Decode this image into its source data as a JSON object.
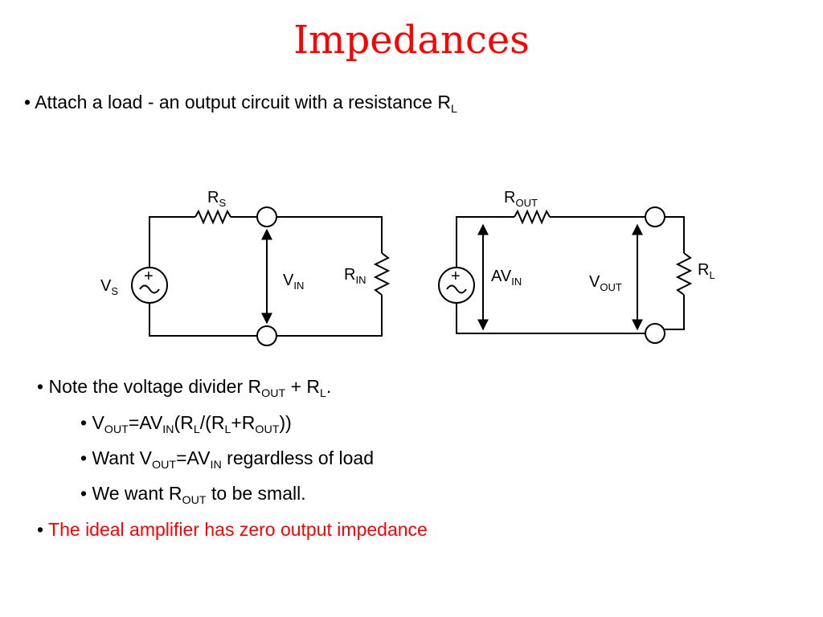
{
  "slide": {
    "title": "Impedances",
    "bullet_char": "•",
    "intro": {
      "text": "Attach a load - an output circuit with a resistance R",
      "sub": "L"
    },
    "notes": [
      {
        "segments": [
          {
            "t": "Note the voltage divider R"
          },
          {
            "sub": "OUT"
          },
          {
            "t": " + R"
          },
          {
            "sub": "L"
          },
          {
            "t": "."
          }
        ]
      },
      {
        "segments": [
          {
            "t": "V"
          },
          {
            "sub": "OUT"
          },
          {
            "t": "=AV"
          },
          {
            "sub": "IN"
          },
          {
            "t": "(R"
          },
          {
            "sub": "L"
          },
          {
            "t": "/(R"
          },
          {
            "sub": "L"
          },
          {
            "t": "+R"
          },
          {
            "sub": "OUT"
          },
          {
            "t": "))"
          }
        ]
      },
      {
        "segments": [
          {
            "t": "Want V"
          },
          {
            "sub": "OUT"
          },
          {
            "t": "=AV"
          },
          {
            "sub": "IN"
          },
          {
            "t": " regardless of load"
          }
        ]
      },
      {
        "segments": [
          {
            "t": "We want R"
          },
          {
            "sub": "OUT"
          },
          {
            "t": " to be small."
          }
        ]
      }
    ],
    "conclusion": "The ideal amplifier has zero output impedance"
  },
  "circuit": {
    "left": {
      "rs": {
        "base": "R",
        "sub": "S"
      },
      "vs": {
        "base": "V",
        "sub": "S"
      },
      "vin": {
        "base": "V",
        "sub": "IN"
      },
      "rin": {
        "base": "R",
        "sub": "IN"
      },
      "source_plus": "+"
    },
    "right": {
      "rout": {
        "base": "R",
        "sub": "OUT"
      },
      "avin": {
        "base": "AV",
        "sub": "IN"
      },
      "vout": {
        "base": "V",
        "sub": "OUT"
      },
      "rl": {
        "base": "R",
        "sub": "L"
      },
      "source_plus": "+"
    }
  },
  "colors": {
    "title": "#ff0000",
    "conclusion": "#ff0000",
    "text": "#000000"
  }
}
